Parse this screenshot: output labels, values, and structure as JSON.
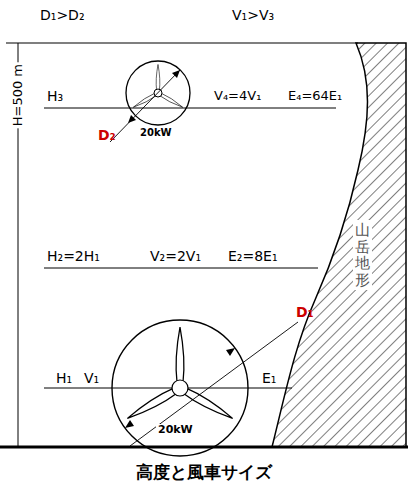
{
  "diagram": {
    "caption": "高度と風車サイズ",
    "labels": [
      "D₁>D₂",
      "V₁>V₃",
      "H=500 m",
      "H₃",
      "V₄=4V₁",
      "E₄=64E₁",
      "D₂",
      "20kW",
      "H₂=2H₁",
      "V₂=2V₁",
      "E₂=8E₁",
      "D₁",
      "H₁",
      "V₁",
      "E₁",
      "20kW",
      "山岳地形"
    ]
  }
}
